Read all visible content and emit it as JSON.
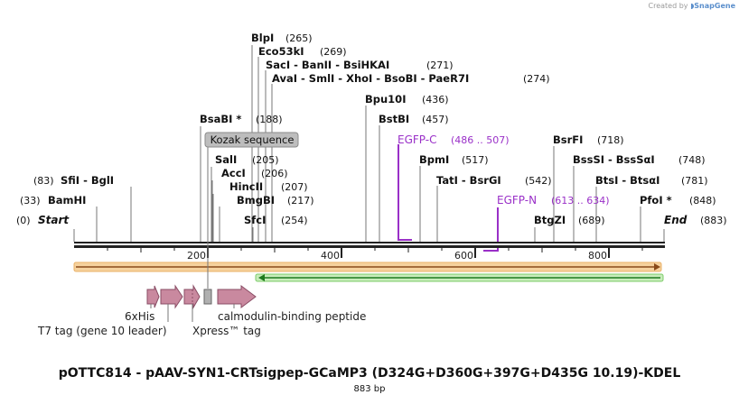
{
  "credit": {
    "prefix": "Created by",
    "brand": "SnapGene"
  },
  "map": {
    "title": "pOTTC814 - pAAV-SYN1-CRTsigpep-GCaMP3 (D324G+D360G+397G+D435G 10.19)-KDEL",
    "length_label": "883 bp",
    "total_bp": 883,
    "ruler": [
      "200",
      "400",
      "600",
      "800"
    ],
    "ends": {
      "start": {
        "name": "Start",
        "pos": "(0)"
      },
      "end": {
        "name": "End",
        "pos": "(883)"
      }
    },
    "sites": [
      {
        "bp": 33,
        "label": "BamHI",
        "pos": "(33)"
      },
      {
        "bp": 83,
        "label": "SfiI  -  BglI",
        "pos": "(83)"
      },
      {
        "bp": 188,
        "label": "BsaBI *",
        "pos": "(188)"
      },
      {
        "bp": 205,
        "label": "SalI",
        "pos": "(205)"
      },
      {
        "bp": 206,
        "label": "AccI",
        "pos": "(206)"
      },
      {
        "bp": 207,
        "label": "HincII",
        "pos": "(207)"
      },
      {
        "bp": 217,
        "label": "BmgBI",
        "pos": "(217)"
      },
      {
        "bp": 254,
        "label": "SfcI",
        "pos": "(254)"
      },
      {
        "bp": 265,
        "label": "BlpI",
        "pos": "(265)"
      },
      {
        "bp": 269,
        "label": "Eco53kI",
        "pos": "(269)"
      },
      {
        "bp": 271,
        "label": "SacI  -  BanII  -  BsiHKAI",
        "pos": "(271)"
      },
      {
        "bp": 274,
        "label": "AvaI  -  SmlI  -  XhoI  -  BsoBI  -  PaeR7I",
        "pos": "(274)"
      },
      {
        "bp": 436,
        "label": "Bpu10I",
        "pos": "(436)"
      },
      {
        "bp": 457,
        "label": "BstBI",
        "pos": "(457)"
      },
      {
        "bp": 517,
        "label": "BpmI",
        "pos": "(517)"
      },
      {
        "bp": 542,
        "label": "TatI  -  BsrGI",
        "pos": "(542)"
      },
      {
        "bp": 689,
        "label": "BtgZI",
        "pos": "(689)"
      },
      {
        "bp": 718,
        "label": "BsrFI",
        "pos": "(718)"
      },
      {
        "bp": 748,
        "label": "BssSI  -  BssSαI",
        "pos": "(748)"
      },
      {
        "bp": 781,
        "label": "BtsI  -  BtsαI",
        "pos": "(781)"
      },
      {
        "bp": 848,
        "label": "PfoI *",
        "pos": "(848)"
      }
    ],
    "primers": [
      {
        "label": "EGFP-C",
        "range": "(486 .. 507)"
      },
      {
        "label": "EGFP-N",
        "range": "(613 .. 634)"
      }
    ],
    "feature_box": "Kozak sequence",
    "features": {
      "his": "6xHis",
      "t7": "T7 tag (gene 10 leader)",
      "xpress": "Xpress™ tag",
      "calmodulin": "calmodulin-binding peptide"
    },
    "colors": {
      "enzyme_line": "#777777",
      "primer": "#9a30c8",
      "forward_orf": "#f2ad66",
      "reverse_orf": "#59b84a",
      "feature": "#c9899f",
      "kozak": "#b8b8b8"
    }
  }
}
